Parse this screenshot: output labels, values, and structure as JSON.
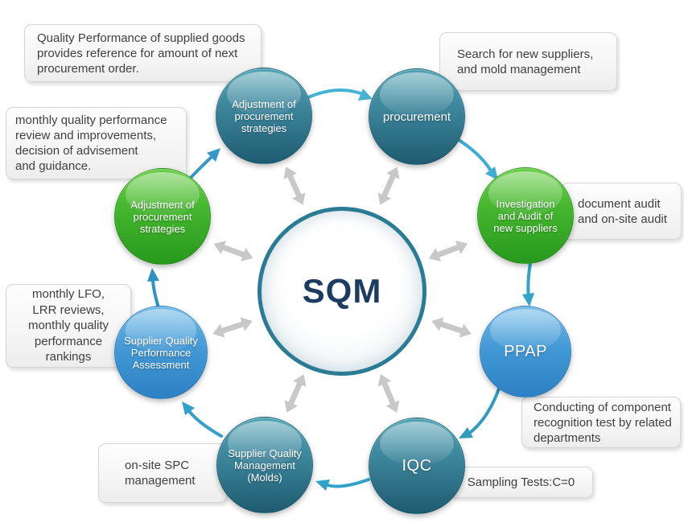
{
  "title": "SQM supplier quality management cycle diagram",
  "center": {
    "label": "SQM"
  },
  "nodes": [
    {
      "id": "adjustment-top",
      "label": "Adjustment of\nprocurement\nstrategies",
      "color": "teal"
    },
    {
      "id": "procurement",
      "label": "procurement",
      "color": "teal"
    },
    {
      "id": "investigation",
      "label": "Investigation\nand Audit of\nnew suppliers",
      "color": "green"
    },
    {
      "id": "ppap",
      "label": "PPAP",
      "color": "blue"
    },
    {
      "id": "iqc",
      "label": "IQC",
      "color": "teal"
    },
    {
      "id": "molds",
      "label": "Supplier Quality\nManagement\n(Molds)",
      "color": "teal"
    },
    {
      "id": "assessment",
      "label": "Supplier Quality\nPerformance\nAssessment",
      "color": "blue"
    },
    {
      "id": "adjustment-left",
      "label": "Adjustment of\nprocurement\nstrategies",
      "color": "green"
    }
  ],
  "callouts": [
    {
      "id": "quality-performance",
      "text": "Quality Performance of supplied goods\nprovides reference for amount of next\nprocurement order."
    },
    {
      "id": "search-suppliers",
      "text": "Search for new suppliers,\nand mold management"
    },
    {
      "id": "document-audit",
      "text": "document audit\nand on-site audit"
    },
    {
      "id": "monthly-review",
      "text": "monthly quality performance\nreview and improvements,\ndecision of advisement\nand guidance."
    },
    {
      "id": "monthly-lfo",
      "text": "monthly LFO,\nLRR reviews,\nmonthly quality\nperformance\nrankings"
    },
    {
      "id": "conducting-test",
      "text": "Conducting of component\nrecognition test by related\ndepartments"
    },
    {
      "id": "sampling-tests",
      "text": "Sampling Tests:C=0"
    },
    {
      "id": "onsite-spc",
      "text": "on-site SPC\nmanagement"
    }
  ],
  "palette": {
    "teal_node_top": "#4fa2b3",
    "teal_node_bottom": "#1e5b70",
    "green_node_top": "#67ce45",
    "green_node_bottom": "#27991d",
    "blue_node_top": "#6ab7e7",
    "blue_node_bottom": "#2d81c4",
    "center_border": "#2a7b94",
    "center_text": "#1d3c62",
    "cycle_arrow": "#35a5cc",
    "center_link_arrow": "#c8c8c8",
    "callout_text": "#404040"
  }
}
